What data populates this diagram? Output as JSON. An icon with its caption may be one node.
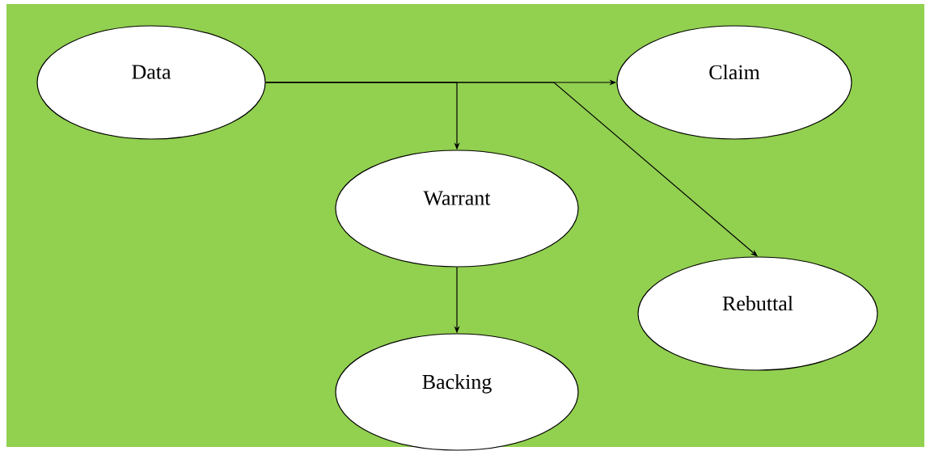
{
  "diagram": {
    "nodes": [
      {
        "text": [
          "Data"
        ]
      },
      {
        "text": [
          "Claim"
        ]
      },
      {
        "text": [
          "Warrant"
        ]
      },
      {
        "text": [
          "Rebuttal"
        ]
      },
      {
        "text": [
          "Backing"
        ]
      }
    ],
    "edges": [
      {
        "from": 0,
        "to": 1,
        "arrow": "to"
      },
      {
        "from": 0,
        "to": 2,
        "arrow": "to"
      },
      {
        "from": 0,
        "to": 3,
        "arrow": "to"
      },
      {
        "from": 2,
        "to": 4,
        "arrow": "to"
      }
    ]
  }
}
